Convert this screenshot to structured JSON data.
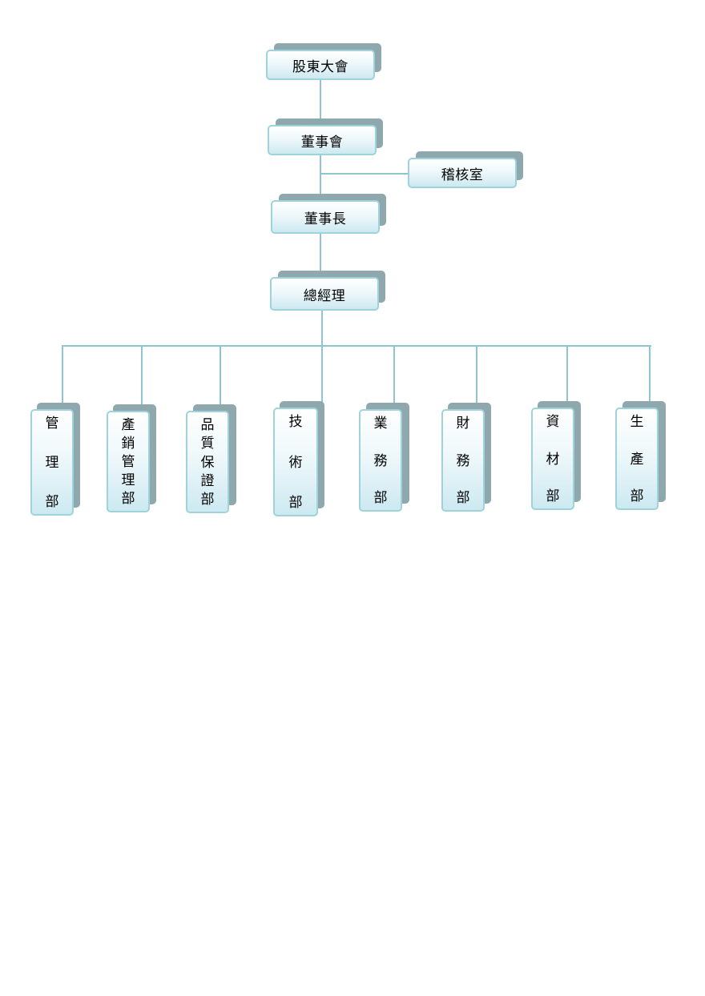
{
  "chart": {
    "top_chain": [
      {
        "id": "shareholders",
        "label": "股東大會"
      },
      {
        "id": "board",
        "label": "董事會"
      },
      {
        "id": "chairman",
        "label": "董事長"
      },
      {
        "id": "gm",
        "label": "總經理"
      }
    ],
    "audit": {
      "id": "audit",
      "label": "稽核室"
    },
    "departments": [
      {
        "id": "management",
        "chars": [
          "管",
          "理",
          "部"
        ]
      },
      {
        "id": "production-sales-management",
        "chars": [
          "產",
          "銷",
          "管",
          "理",
          "部"
        ]
      },
      {
        "id": "quality-assurance",
        "chars": [
          "品",
          "質",
          "保",
          "證",
          "部"
        ]
      },
      {
        "id": "technology",
        "chars": [
          "技",
          "術",
          "部"
        ]
      },
      {
        "id": "business",
        "chars": [
          "業",
          "務",
          "部"
        ]
      },
      {
        "id": "finance",
        "chars": [
          "財",
          "務",
          "部"
        ]
      },
      {
        "id": "materials",
        "chars": [
          "資",
          "材",
          "部"
        ]
      },
      {
        "id": "production",
        "chars": [
          "生",
          "產",
          "部"
        ]
      }
    ]
  }
}
